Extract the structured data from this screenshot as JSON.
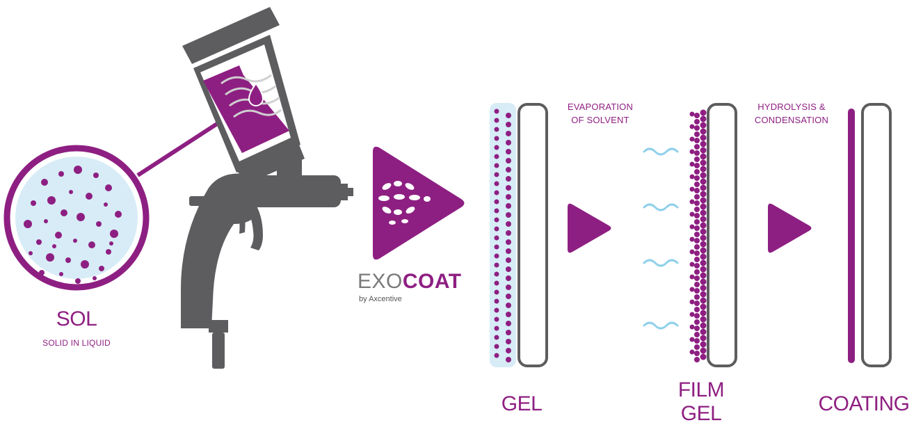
{
  "colors": {
    "purple": "#8e1f82",
    "gray": "#5d5d5f",
    "light_blue": "#d7ecf6",
    "wave_blue": "#8fd0ea",
    "white": "#ffffff"
  },
  "icons": [
    "spray-gun-icon",
    "magnifier-circle-icon",
    "play-triangle-icon",
    "spray-burst-icon",
    "liquid-drop-icon",
    "wave-icon"
  ],
  "sol": {
    "title": "SOL",
    "subtitle": "SOLID IN LIQUID"
  },
  "brand": {
    "exo": "EXO",
    "coat": "COAT",
    "sub": "by Axcentive"
  },
  "stages": {
    "gel": "GEL",
    "film_line1": "FILM",
    "film_line2": "GEL",
    "coating": "COATING"
  },
  "steps": {
    "evaporation_line1": "EVAPORATION",
    "evaporation_line2": "OF SOLVENT",
    "hydrolysis_line1": "HYDROLYSIS &",
    "hydrolysis_line2": "CONDENSATION"
  }
}
